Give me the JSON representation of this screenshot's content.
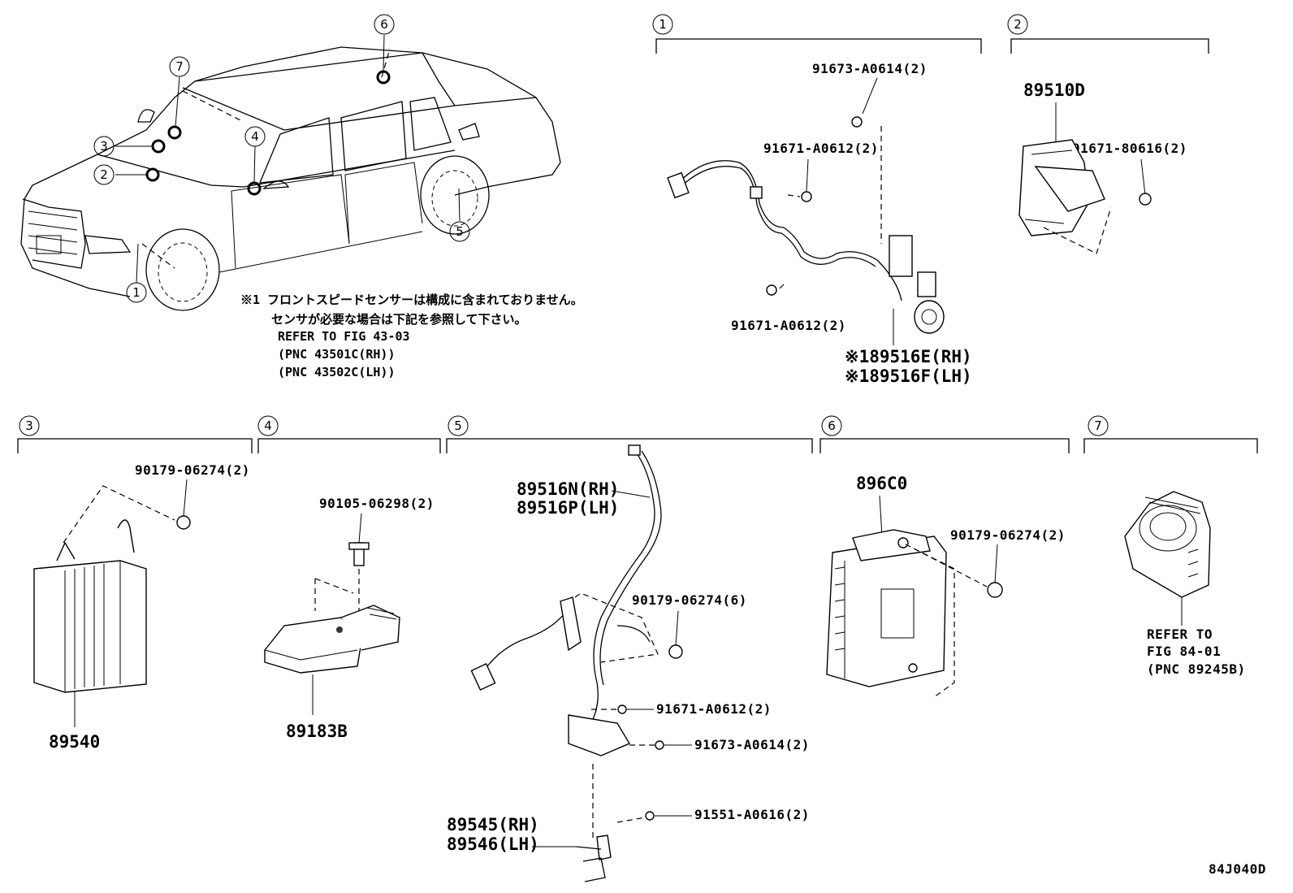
{
  "callouts": [
    "1",
    "2",
    "3",
    "4",
    "5",
    "6",
    "7"
  ],
  "note": {
    "line1": "※1 フロントスピードセンサーは構成に含まれておりません。",
    "line2": "センサが必要な場合は下記を参照して下さい。",
    "line3": "REFER TO FIG 43-03",
    "line4": "(PNC 43501C(RH))",
    "line5": "(PNC 43502C(LH))"
  },
  "sec1": {
    "bolt_top": "91673-A0614(2)",
    "bolt_mid": "91671-A0612(2)",
    "bolt_low": "91671-A0612(2)",
    "part_rh": "※189516E(RH)",
    "part_lh": "※189516F(LH)"
  },
  "sec2": {
    "part": "89510D",
    "bolt": "91671-80616(2)"
  },
  "sec3": {
    "nut": "90179-06274(2)",
    "part": "89540"
  },
  "sec4": {
    "bolt": "90105-06298(2)",
    "part": "89183B"
  },
  "sec5": {
    "part_rh": "89516N(RH)",
    "part_lh": "89516P(LH)",
    "nut": "90179-06274(6)",
    "bolt1": "91671-A0612(2)",
    "bolt2": "91673-A0614(2)",
    "bolt3": "91551-A0616(2)",
    "sensor_rh": "89545(RH)",
    "sensor_lh": "89546(LH)"
  },
  "sec6": {
    "part": "896C0",
    "nut": "90179-06274(2)"
  },
  "sec7": {
    "line1": "REFER TO",
    "line2": "FIG 84-01",
    "line3": "(PNC 89245B)"
  },
  "figure_id": "84J040D"
}
